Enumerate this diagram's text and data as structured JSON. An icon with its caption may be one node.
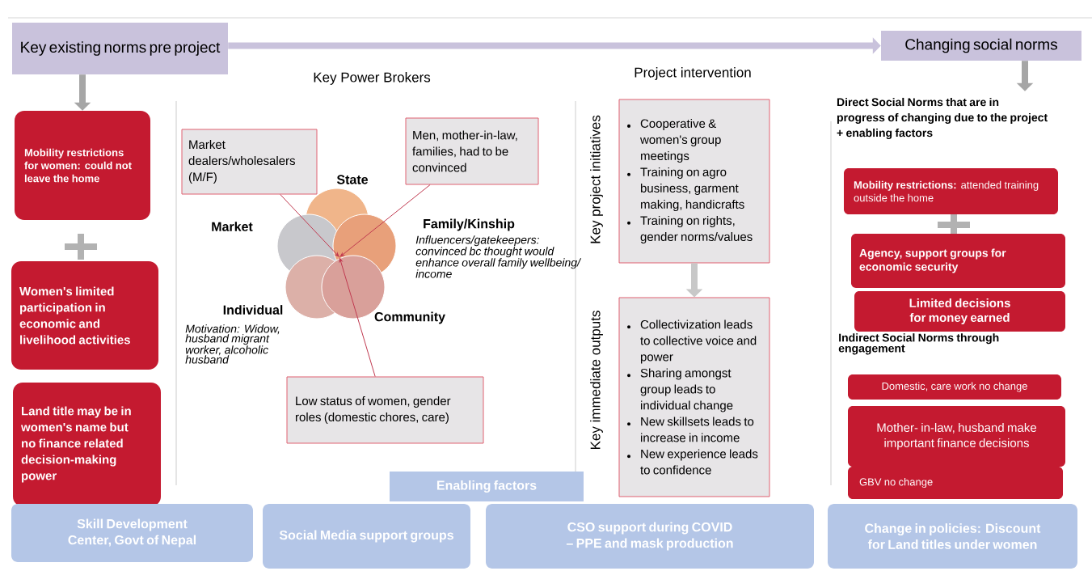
{
  "diagram": {
    "nodes": [
      {
        "text": [
          "Key existing norms pre project"
        ]
      },
      {
        "text": [
          "Changing social norms"
        ]
      },
      {
        "text": [
          "**Mobility restrictions** for women: could not leave the home"
        ]
      },
      {
        "text": [
          "Women's limited participation in economic and livelihood activities"
        ]
      },
      {
        "text": [
          "Land title may be in women's name but no finance related decision-making power"
        ]
      },
      {
        "text": [
          "Market dealers/wholesalers (M/F)"
        ]
      },
      {
        "text": [
          "Men, mother-in-law, families, had to be convinced"
        ]
      },
      {
        "text": [
          "Low status of women, gender roles (domestic chores, care)"
        ]
      },
      {
        "text": [],
        "shape": "picture"
      },
      {
        "text": [
          "Cooperative & women's group meetings",
          "Training on agro business, garment making, handicrafts",
          "Training on rights, gender norms/values"
        ]
      },
      {
        "text": [
          "Collectivization leads to collective voice and power",
          "Sharing amongst group leads to individual change",
          "New skillsets leads to increase in income",
          "New experience leads to confidence"
        ]
      },
      {
        "text": [
          "**Mobility restrictions:** attended training outside the home"
        ]
      },
      {
        "text": [
          "Agency, support groups for economic security"
        ]
      },
      {
        "text": [
          "Limited decisions for money earned"
        ]
      },
      {
        "text": [
          "Domestic, care work no change"
        ]
      },
      {
        "text": [
          "Mother- in-law, husband make important finance decisions"
        ]
      },
      {
        "text": [
          "GBV no change"
        ]
      },
      {
        "text": [
          "Enabling factors"
        ]
      },
      {
        "text": [
          "Skill Development Center, Govt of Nepal"
        ]
      },
      {
        "text": [
          "Social Media support groups"
        ]
      },
      {
        "text": [
          "CSO support during COVID – PPE and mask production"
        ]
      },
      {
        "text": [
          "Change in policies:  Discount for Land titles under women"
        ]
      },
      {
        "text": [
          "Direct Social Norms that are in progress of changing due to the project + enabling factors"
        ]
      }
    ],
    "edges": [
      {
        "from": 0,
        "to": 1,
        "arrow": "to",
        "color": "#c9c2dc"
      },
      {
        "from": 0,
        "to": 2,
        "arrow": "to",
        "color": "#a6a6a6"
      },
      {
        "from": 1,
        "to": 22,
        "arrow": "to",
        "color": "#a6a6a6"
      },
      {
        "from": 5,
        "to": 8,
        "arrow": "to",
        "color": "#c0394f"
      },
      {
        "from": 6,
        "to": 8,
        "arrow": "to",
        "color": "#c0394f"
      },
      {
        "from": 7,
        "to": 8,
        "arrow": "to",
        "color": "#c0394f"
      },
      {
        "from": 9,
        "to": 10,
        "arrow": "to",
        "color": "#c8c8c8"
      }
    ],
    "labels": [
      "Key Power Brokers",
      "Project intervention",
      "State",
      "Market",
      "Family/Kinship",
      "Influencers/gatekeepers: convinced bc thought would enhance overall family wellbeing/ income",
      "Individual",
      "Community",
      "Motivation: Widow, husband migrant worker, alcoholic husband",
      "Key project initiatives",
      "Key immediate outputs",
      "Indirect Social Norms through engagement"
    ]
  }
}
